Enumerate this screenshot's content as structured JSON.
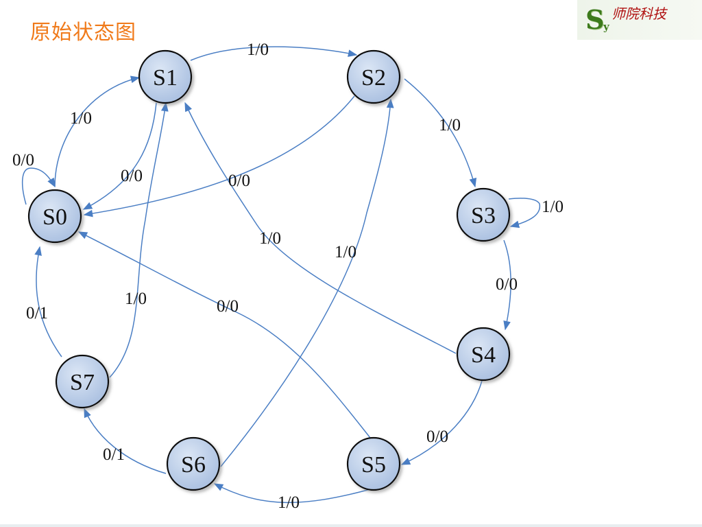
{
  "slide": {
    "title": "原始状态图"
  },
  "logo": {
    "letter_s": "S",
    "letter_y": "y",
    "text": "师院科技"
  },
  "colors": {
    "title": "#f07a1a",
    "edge": "#4a7ec4",
    "node_fill": "#b7c9e6",
    "logo_green": "#3d7a1c",
    "logo_red": "#b01010"
  },
  "diagram": {
    "nodes": [
      {
        "id": "S0",
        "label": "S0"
      },
      {
        "id": "S1",
        "label": "S1"
      },
      {
        "id": "S2",
        "label": "S2"
      },
      {
        "id": "S3",
        "label": "S3"
      },
      {
        "id": "S4",
        "label": "S4"
      },
      {
        "id": "S5",
        "label": "S5"
      },
      {
        "id": "S6",
        "label": "S6"
      },
      {
        "id": "S7",
        "label": "S7"
      }
    ],
    "edges": [
      {
        "from": "S1",
        "to": "S2",
        "label": "1/0"
      },
      {
        "from": "S0",
        "to": "S1",
        "label": "1/0"
      },
      {
        "from": "S0",
        "to": "S0",
        "label": "0/0"
      },
      {
        "from": "S1",
        "to": "S0",
        "label": "0/0"
      },
      {
        "from": "S2",
        "to": "S0",
        "label": "0/0"
      },
      {
        "from": "S2",
        "to": "S3",
        "label": "1/0"
      },
      {
        "from": "S3",
        "to": "S3",
        "label": "1/0"
      },
      {
        "from": "S4",
        "to": "S1",
        "label": "1/0"
      },
      {
        "from": "S6",
        "to": "S2",
        "label": "1/0"
      },
      {
        "from": "S3",
        "to": "S4",
        "label": "0/0"
      },
      {
        "from": "S7",
        "to": "S0",
        "label": "0/1"
      },
      {
        "from": "S7",
        "to": "S1",
        "label": "1/0"
      },
      {
        "from": "S5",
        "to": "S0",
        "label": "0/0"
      },
      {
        "from": "S4",
        "to": "S5",
        "label": "0/0"
      },
      {
        "from": "S6",
        "to": "S7",
        "label": "0/1"
      },
      {
        "from": "S5",
        "to": "S6",
        "label": "1/0"
      }
    ]
  }
}
